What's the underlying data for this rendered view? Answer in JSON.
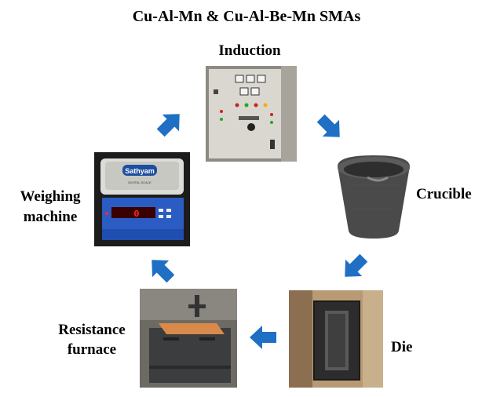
{
  "title": "Cu-Al-Mn & Cu-Al-Be-Mn SMAs",
  "steps": {
    "induction": "Induction",
    "crucible": "Crucible",
    "die": "Die",
    "resistance_line1": "Resistance",
    "resistance_line2": "furnace",
    "weighing_line1": "Weighing",
    "weighing_line2": "machine"
  },
  "scale": {
    "brand": "Sathyam",
    "subtitle": "DIGITAL SCALE",
    "display": "0"
  },
  "colors": {
    "arrow": "#1f6fc4",
    "crucible": "#4a4a4a",
    "panel": "#d9d7d0",
    "furnace_plate": "#d98a4a",
    "display_red": "#ff2a1a"
  },
  "icons": {
    "arrow": "block-arrow-icon",
    "meter": "analog-meter-icon"
  }
}
